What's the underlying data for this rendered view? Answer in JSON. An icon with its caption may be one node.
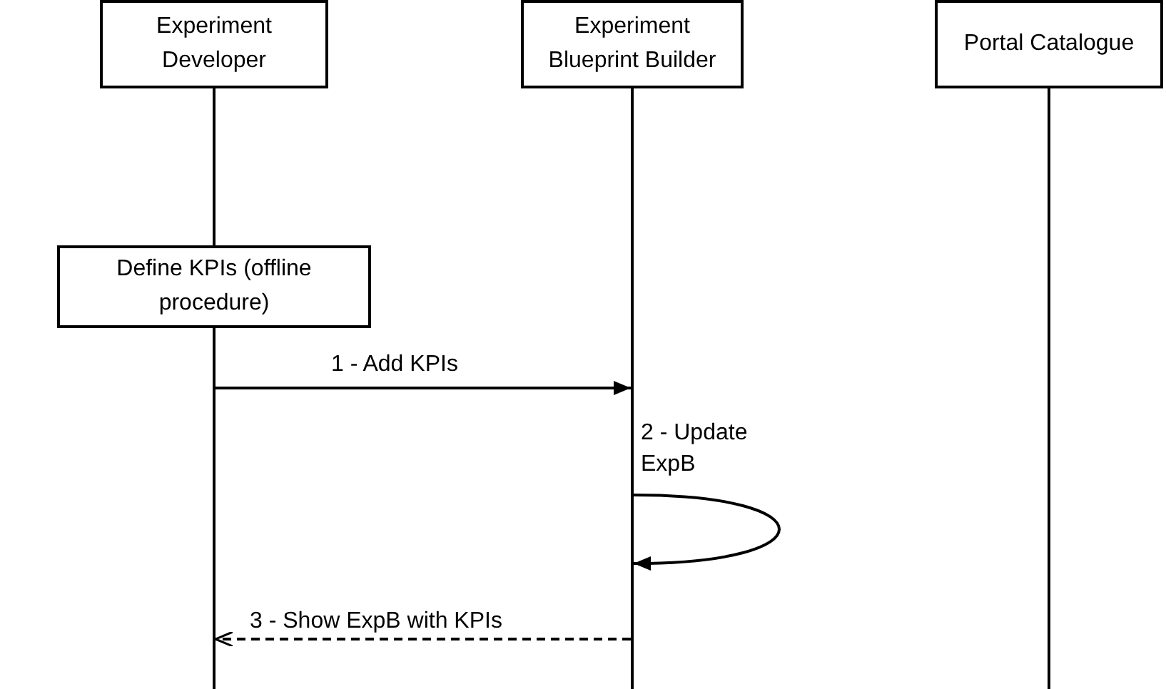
{
  "diagram": {
    "nodes": [
      {
        "text": [
          "Experiment Developer"
        ]
      },
      {
        "text": [
          "Experiment Blueprint Builder"
        ]
      },
      {
        "text": [
          "Portal Catalogue"
        ]
      },
      {
        "text": [
          "Define KPIs (offline procedure)"
        ]
      },
      {
        "text": [],
        "shape": "line"
      },
      {
        "text": [],
        "shape": "line"
      },
      {
        "text": [],
        "shape": "line"
      }
    ],
    "edges": [
      {
        "from": 0,
        "to": 3,
        "arrow": "none"
      },
      {
        "from": 4,
        "to": 5,
        "arrow": "to",
        "label": "1 - Add KPIs"
      },
      {
        "from": 5,
        "to": 5,
        "arrow": "to",
        "label": "2 - Update ExpB"
      },
      {
        "from": 5,
        "to": 4,
        "arrow": "to",
        "label": "3 - Show ExpB with KPIs",
        "style": "dashed"
      }
    ]
  }
}
